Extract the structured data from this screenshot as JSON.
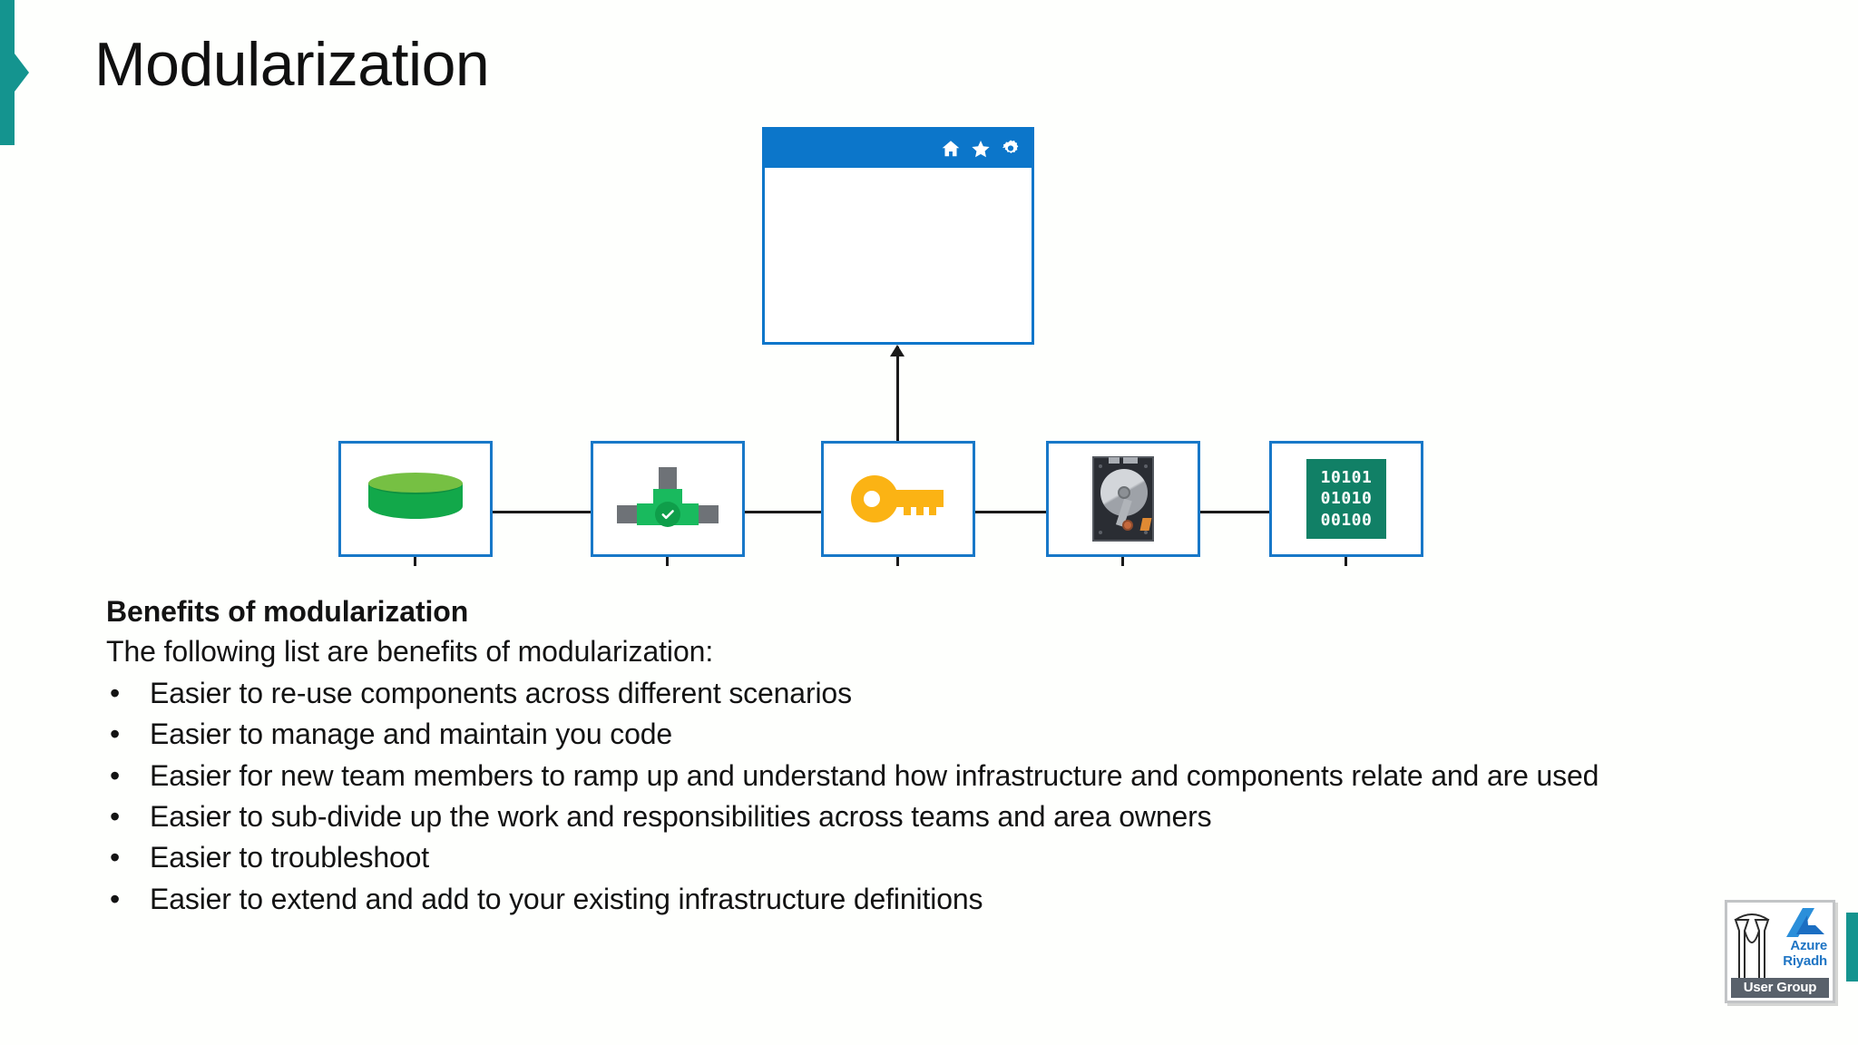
{
  "slide": {
    "title": "Modularization",
    "accent_color": "#14948f",
    "background": "#fefffd"
  },
  "diagram": {
    "parent": {
      "name": "main-template-window",
      "titlebar_color": "#0c76ca",
      "icons": [
        "home-icon",
        "star-icon",
        "gear-icon"
      ]
    },
    "connector": {
      "style": "bus-with-up-arrows",
      "arrow_direction": "up",
      "line_color": "#1a1a1a"
    },
    "children": [
      {
        "name": "database-module",
        "icon": "database-cylinder-icon",
        "border_color": "#1878c8",
        "icon_color": "#12a84a"
      },
      {
        "name": "pipeline-module",
        "icon": "t-pipe-check-icon",
        "border_color": "#1878c8",
        "icon_color": "#19ba5e"
      },
      {
        "name": "keyvault-module",
        "icon": "key-icon",
        "border_color": "#1878c8",
        "icon_color": "#fbb314"
      },
      {
        "name": "storage-disk-module",
        "icon": "hard-disk-icon",
        "border_color": "#1878c8",
        "icon_color": "#2a2d33"
      },
      {
        "name": "binary-data-module",
        "icon": "binary-code-icon",
        "border_color": "#1878c8",
        "icon_color": "#118066",
        "binary_lines": [
          "10101",
          "01010",
          "00100"
        ]
      }
    ]
  },
  "body": {
    "heading": "Benefits of modularization",
    "intro": "The following list are benefits of modularization:",
    "bullet_char": "•",
    "bullets": [
      "Easier to re-use components across different scenarios",
      "Easier to manage and maintain you code",
      "Easier for new team members to ramp up and understand how infrastructure and components relate and are used",
      "Easier to sub-divide up the work and responsibilities across teams and area owners",
      "Easier to troubleshoot",
      "Easier to extend and add to your existing infrastructure definitions"
    ]
  },
  "logo": {
    "line1": "Azure",
    "line2": "Riyadh",
    "band": "User Group",
    "brand_color": "#1e74c4",
    "band_color": "#59616b"
  }
}
